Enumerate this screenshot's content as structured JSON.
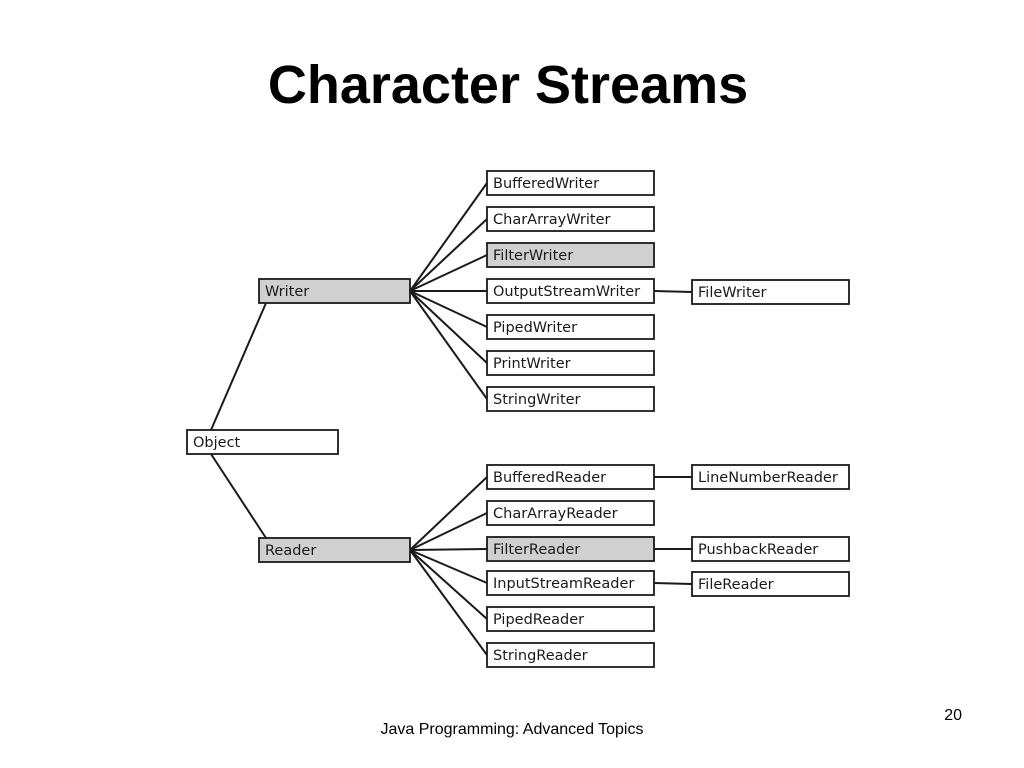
{
  "slide": {
    "title": "Character Streams",
    "footer": "Java Programming: Advanced Topics",
    "page_number": "20"
  },
  "diagram": {
    "nodes": {
      "object": {
        "label": "Object",
        "abstract": false
      },
      "writer": {
        "label": "Writer",
        "abstract": true
      },
      "reader": {
        "label": "Reader",
        "abstract": true
      },
      "buffered_writer": {
        "label": "BufferedWriter",
        "abstract": false
      },
      "char_array_writer": {
        "label": "CharArrayWriter",
        "abstract": false
      },
      "filter_writer": {
        "label": "FilterWriter",
        "abstract": true
      },
      "output_stream_writer": {
        "label": "OutputStreamWriter",
        "abstract": false
      },
      "piped_writer": {
        "label": "PipedWriter",
        "abstract": false
      },
      "print_writer": {
        "label": "PrintWriter",
        "abstract": false
      },
      "string_writer": {
        "label": "StringWriter",
        "abstract": false
      },
      "file_writer": {
        "label": "FileWriter",
        "abstract": false
      },
      "buffered_reader": {
        "label": "BufferedReader",
        "abstract": false
      },
      "char_array_reader": {
        "label": "CharArrayReader",
        "abstract": false
      },
      "filter_reader": {
        "label": "FilterReader",
        "abstract": true
      },
      "input_stream_reader": {
        "label": "InputStreamReader",
        "abstract": false
      },
      "piped_reader": {
        "label": "PipedReader",
        "abstract": false
      },
      "string_reader": {
        "label": "StringReader",
        "abstract": false
      },
      "line_number_reader": {
        "label": "LineNumberReader",
        "abstract": false
      },
      "pushback_reader": {
        "label": "PushbackReader",
        "abstract": false
      },
      "file_reader": {
        "label": "FileReader",
        "abstract": false
      }
    },
    "edges": [
      [
        "object",
        "writer"
      ],
      [
        "object",
        "reader"
      ],
      [
        "writer",
        "buffered_writer"
      ],
      [
        "writer",
        "char_array_writer"
      ],
      [
        "writer",
        "filter_writer"
      ],
      [
        "writer",
        "output_stream_writer"
      ],
      [
        "writer",
        "piped_writer"
      ],
      [
        "writer",
        "print_writer"
      ],
      [
        "writer",
        "string_writer"
      ],
      [
        "output_stream_writer",
        "file_writer"
      ],
      [
        "reader",
        "buffered_reader"
      ],
      [
        "reader",
        "char_array_reader"
      ],
      [
        "reader",
        "filter_reader"
      ],
      [
        "reader",
        "input_stream_reader"
      ],
      [
        "reader",
        "piped_reader"
      ],
      [
        "reader",
        "string_reader"
      ],
      [
        "buffered_reader",
        "line_number_reader"
      ],
      [
        "filter_reader",
        "pushback_reader"
      ],
      [
        "input_stream_reader",
        "file_reader"
      ]
    ]
  }
}
